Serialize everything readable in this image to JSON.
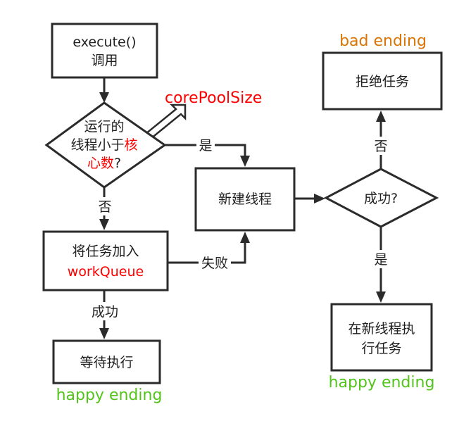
{
  "diagram": {
    "nodes": {
      "execute": {
        "line1": "execute()",
        "line2": "调用"
      },
      "decision_core": {
        "line1": "运行的",
        "line2a": "线程小于",
        "line2b": "核",
        "line3a": "心数",
        "line3b": "?"
      },
      "enqueue": {
        "line1": "将任务加入",
        "line2": "workQueue"
      },
      "wait": {
        "label": "等待执行"
      },
      "new_thread": {
        "label": "新建线程"
      },
      "decision_success": {
        "label": "成功?"
      },
      "reject": {
        "label": "拒绝任务"
      },
      "run_in_new": {
        "line1": "在新线程执",
        "line2": "行任务"
      }
    },
    "edge_labels": {
      "yes_to_new_thread": "是",
      "no_to_enqueue": "否",
      "fail_to_new_thread": "失败",
      "success_to_wait": "成功",
      "no_to_reject": "否",
      "yes_to_run": "是"
    },
    "annotations": {
      "core_pool_size": "corePoolSize",
      "bad_ending": "bad ending",
      "happy_ending_left": "happy ending",
      "happy_ending_right": "happy ending"
    },
    "colors": {
      "line": "#2b2b2b",
      "red": "#ff0000",
      "green": "#52c41a",
      "orange": "#d97506"
    }
  }
}
